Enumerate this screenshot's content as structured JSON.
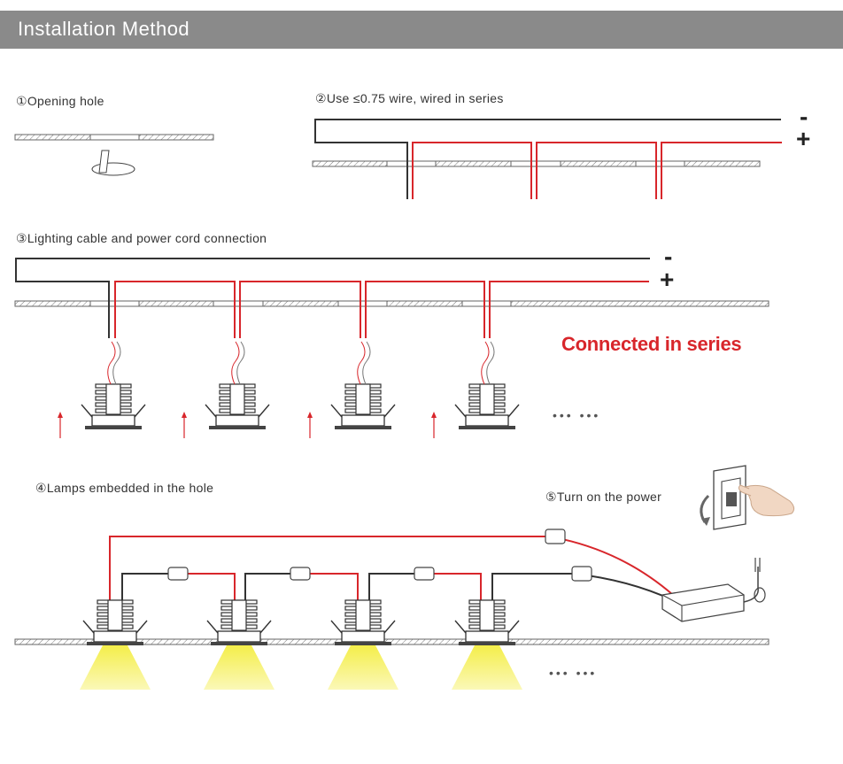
{
  "header": {
    "title": "Installation Method"
  },
  "steps": [
    {
      "label": "①Opening hole"
    },
    {
      "label": "②Use ≤0.75 wire, wired in series"
    },
    {
      "label": "③Lighting cable and power cord connection"
    },
    {
      "label": "④Lamps embedded in the hole"
    },
    {
      "label": "⑤Turn on the power"
    }
  ],
  "callout": {
    "text": "Connected in series"
  },
  "polarity": {
    "negative": "-",
    "positive": "+"
  },
  "ellipsis": "••• •••",
  "colors": {
    "header_bg": "#8a8a8a",
    "wire_red": "#d8262b",
    "wire_black": "#333333",
    "beam": "#f2ea3a",
    "callout": "#d8262b"
  }
}
